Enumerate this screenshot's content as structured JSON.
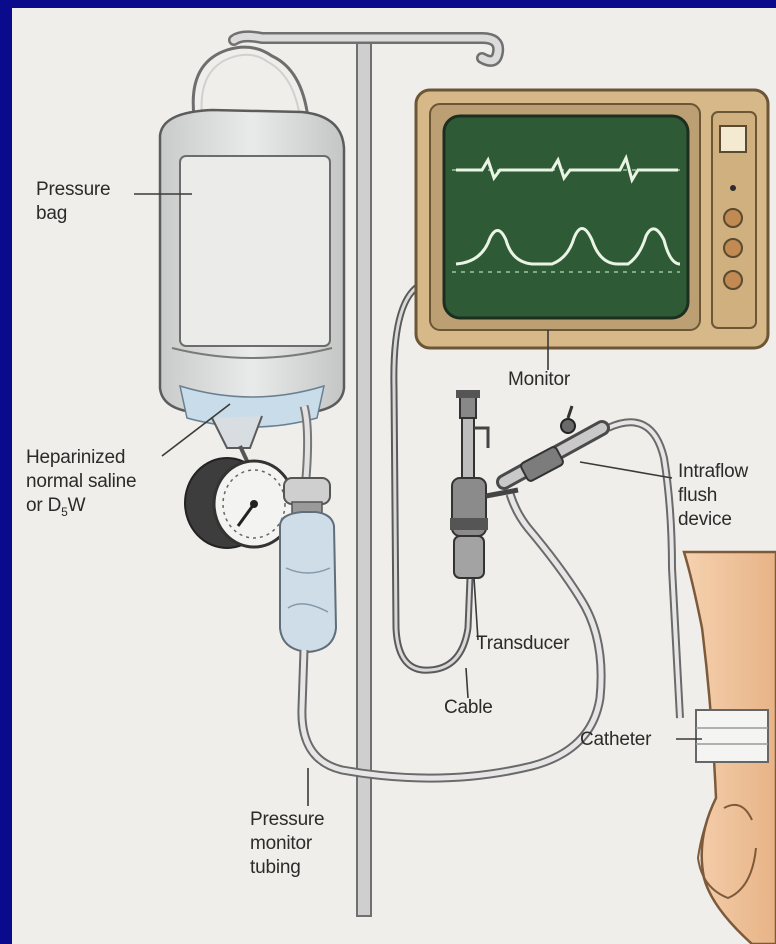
{
  "labels": {
    "pressure_bag": [
      "Pressure",
      "bag"
    ],
    "saline": [
      "Heparinized",
      "normal saline"
    ],
    "saline_last_prefix": "or D",
    "saline_last_sub": "5",
    "saline_last_suffix": "W",
    "monitor": "Monitor",
    "intraflow": [
      "Intraflow",
      "flush",
      "device"
    ],
    "transducer": "Transducer",
    "cable": "Cable",
    "catheter": "Catheter",
    "tubing": [
      "Pressure",
      "monitor",
      "tubing"
    ]
  },
  "colors": {
    "border": "#0a0a8c",
    "background": "#efeeea",
    "monitor_frame": "#d7b889",
    "monitor_screen": "#2f5a36",
    "skin": "#f2c49a",
    "bag": "#e3e4e3",
    "fluid": "#c8dcea"
  }
}
